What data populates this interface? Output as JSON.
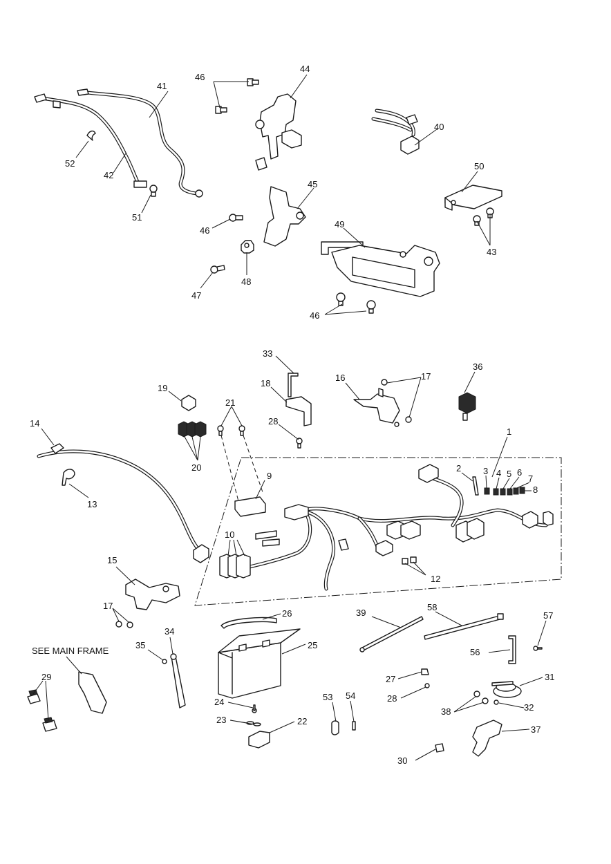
{
  "note": "SEE MAIN FRAME",
  "callouts": {
    "c1": "1",
    "c2": "2",
    "c3": "3",
    "c4": "4",
    "c5": "5",
    "c6": "6",
    "c7": "7",
    "c8": "8",
    "c9": "9",
    "c10": "10",
    "c12": "12",
    "c13": "13",
    "c14": "14",
    "c15": "15",
    "c16": "16",
    "c17": "17",
    "c18": "18",
    "c19": "19",
    "c20": "20",
    "c21": "21",
    "c22": "22",
    "c23": "23",
    "c24": "24",
    "c25": "25",
    "c26": "26",
    "c27": "27",
    "c28": "28",
    "c29": "29",
    "c30": "30",
    "c31": "31",
    "c32": "32",
    "c33": "33",
    "c34": "34",
    "c35": "35",
    "c36": "36",
    "c37": "37",
    "c38": "38",
    "c39": "39",
    "c40": "40",
    "c41": "41",
    "c42": "42",
    "c43": "43",
    "c44": "44",
    "c45": "45",
    "c46": "46",
    "c47": "47",
    "c48": "48",
    "c49": "49",
    "c50": "50",
    "c51": "51",
    "c52": "52",
    "c53": "53",
    "c54": "54",
    "c56": "56",
    "c57": "57",
    "c58": "58"
  }
}
